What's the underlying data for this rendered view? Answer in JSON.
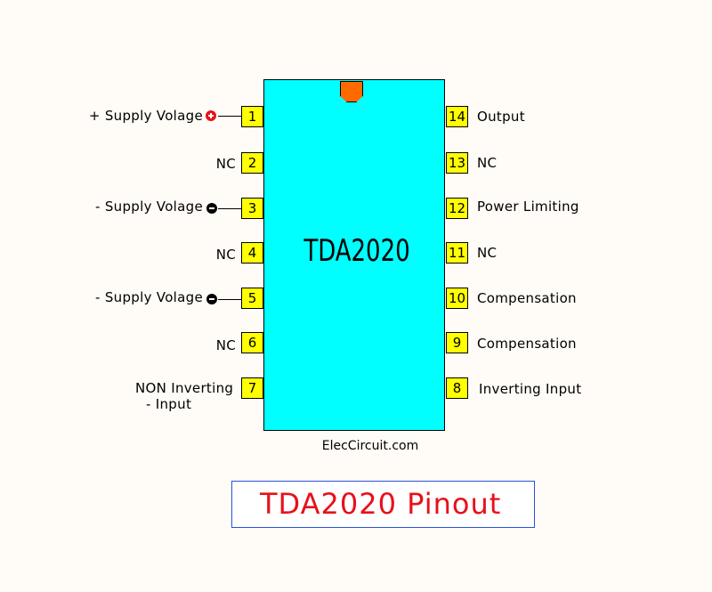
{
  "chip": {
    "name": "TDA2020",
    "body_color": "#00ffff",
    "notch_color": "#ff6a00",
    "pin_color": "#ffff00"
  },
  "left_pins": [
    {
      "number": "1",
      "label": "+ Supply Volage",
      "symbol": "plus"
    },
    {
      "number": "2",
      "label": "NC",
      "symbol": ""
    },
    {
      "number": "3",
      "label": "- Supply Volage",
      "symbol": "minus"
    },
    {
      "number": "4",
      "label": "NC",
      "symbol": ""
    },
    {
      "number": "5",
      "label": "- Supply Volage",
      "symbol": "minus"
    },
    {
      "number": "6",
      "label": "NC",
      "symbol": ""
    },
    {
      "number": "7",
      "label_line1": "NON Inverting",
      "label_line2": "- Input",
      "symbol": ""
    }
  ],
  "right_pins": [
    {
      "number": "14",
      "label": "Output"
    },
    {
      "number": "13",
      "label": "NC"
    },
    {
      "number": "12",
      "label": "Power Limiting"
    },
    {
      "number": "11",
      "label": "NC"
    },
    {
      "number": "10",
      "label": "Compensation"
    },
    {
      "number": "9",
      "label": "Compensation"
    },
    {
      "number": "8",
      "label": "Inverting Input"
    }
  ],
  "symbols": {
    "plus_color": "#e8101a",
    "minus_color": "#000000"
  },
  "watermark": "ElecCircuit.com",
  "title": {
    "text": "TDA2020 Pinout",
    "color": "#e8101a",
    "border_color": "#2a52d8"
  }
}
